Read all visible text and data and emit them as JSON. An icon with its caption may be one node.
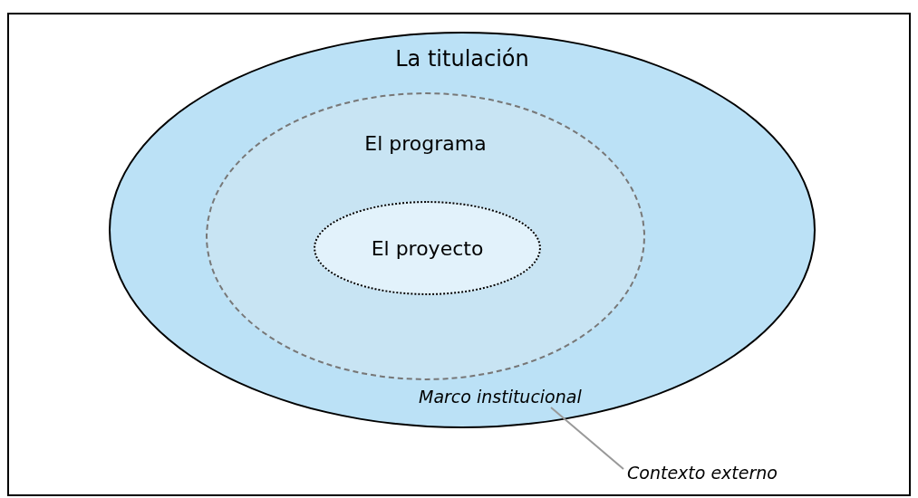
{
  "diagram": {
    "nodes": [
      {
        "text": [
          "La titulación",
          "Marco institucional"
        ]
      },
      {
        "text": [
          "El programa"
        ],
        "in": 0
      },
      {
        "text": [
          "El proyecto"
        ],
        "in": 1
      },
      {
        "text": [
          "Contexto externo"
        ]
      }
    ],
    "edges": [
      {
        "from": 3,
        "to": 0,
        "arrow": "none",
        "color": "#999999"
      }
    ]
  }
}
